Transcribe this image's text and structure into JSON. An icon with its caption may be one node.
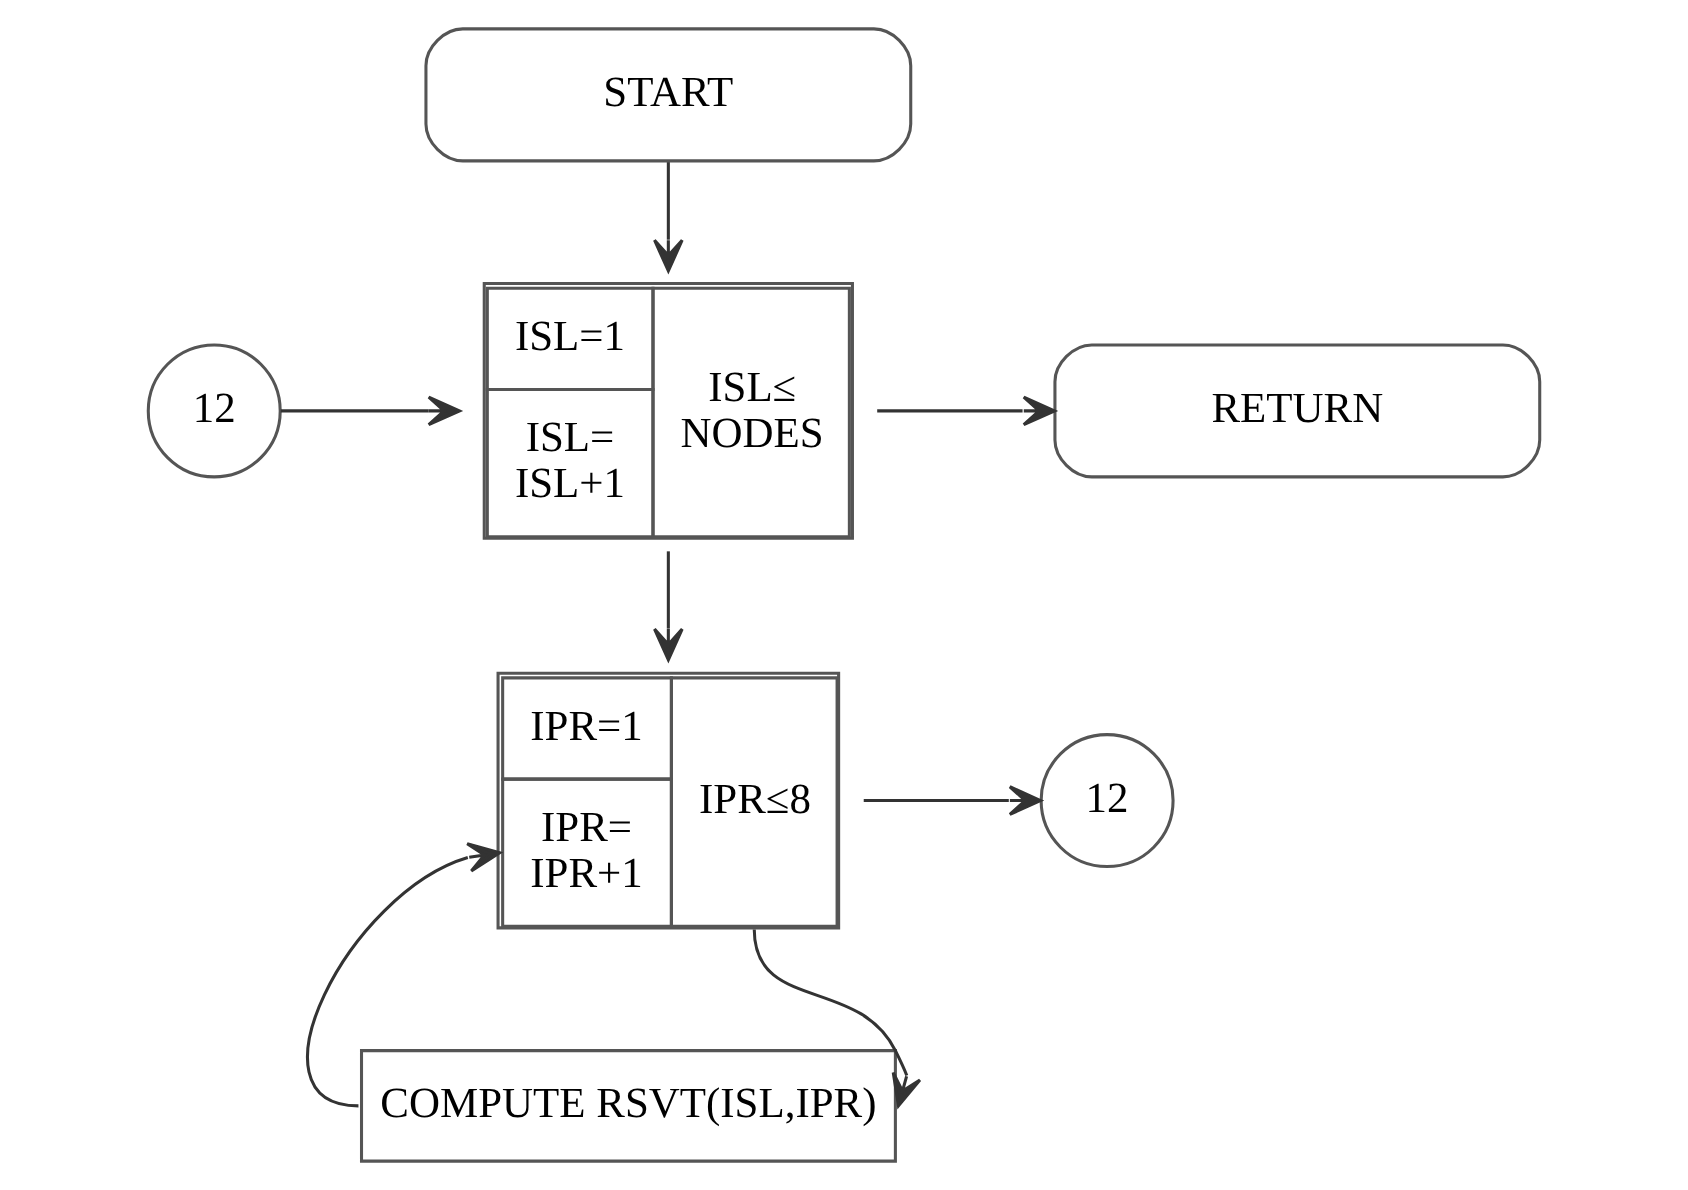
{
  "diagram": {
    "nodes": [
      {
        "text": [
          "START"
        ]
      },
      {
        "text": [
          "ISL=1",
          "ISL= ISL+1",
          "ISL≤ NODES"
        ]
      },
      {
        "text": [
          "12"
        ]
      },
      {
        "text": [
          "RETURN"
        ]
      },
      {
        "text": [
          "IPR=1",
          "IPR= IPR+1",
          "IPR≤8"
        ]
      },
      {
        "text": [
          "12"
        ]
      },
      {
        "text": [
          "COMPUTE RSVT(ISL,IPR)"
        ]
      }
    ],
    "edges": [
      {
        "from": 0,
        "to": 1,
        "arrow": "to"
      },
      {
        "from": 2,
        "to": 1,
        "arrow": "to"
      },
      {
        "from": 1,
        "to": 3,
        "arrow": "to"
      },
      {
        "from": 1,
        "to": 4,
        "arrow": "to"
      },
      {
        "from": 4,
        "to": 5,
        "arrow": "to"
      },
      {
        "from": 4,
        "to": 6,
        "arrow": "to"
      },
      {
        "from": 6,
        "to": 4,
        "arrow": "to"
      }
    ]
  }
}
